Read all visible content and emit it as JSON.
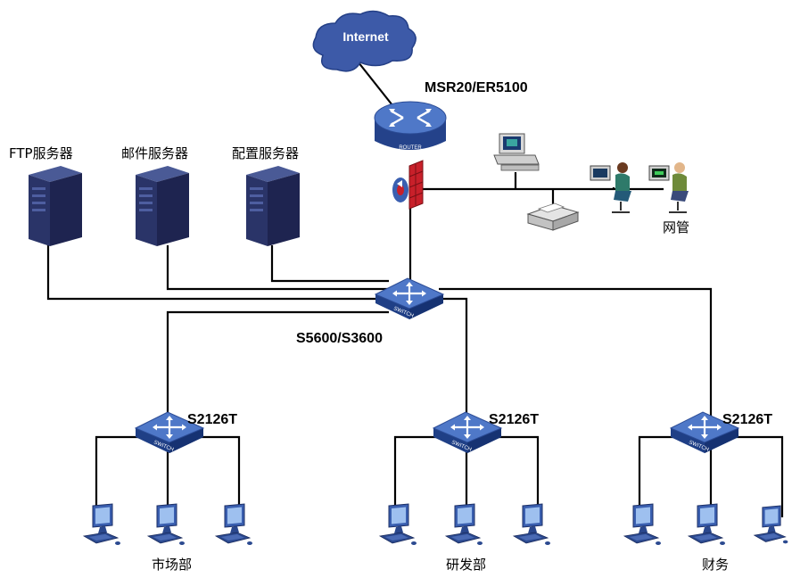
{
  "internet": {
    "label": "Internet"
  },
  "router": {
    "label": "MSR20/ER5100",
    "device_text": "ROUTER"
  },
  "servers": [
    {
      "label": "FTP服务器"
    },
    {
      "label": "邮件服务器"
    },
    {
      "label": "配置服务器"
    }
  ],
  "core_switch": {
    "label": "S5600/S3600",
    "device_text": "SWITCH"
  },
  "management": {
    "label": "网管"
  },
  "access_switches": [
    {
      "label": "S2126T",
      "device_text": "SWITCH",
      "department": "市场部"
    },
    {
      "label": "S2126T",
      "device_text": "SWITCH",
      "department": "研发部"
    },
    {
      "label": "S2126T",
      "device_text": "SWITCH",
      "department": "财务"
    }
  ],
  "colors": {
    "cloud": "#3d5aa8",
    "device_blue": "#3a5fb0",
    "server_dark": "#23294d",
    "firewall_red": "#c8202a",
    "wire": "#000000"
  }
}
